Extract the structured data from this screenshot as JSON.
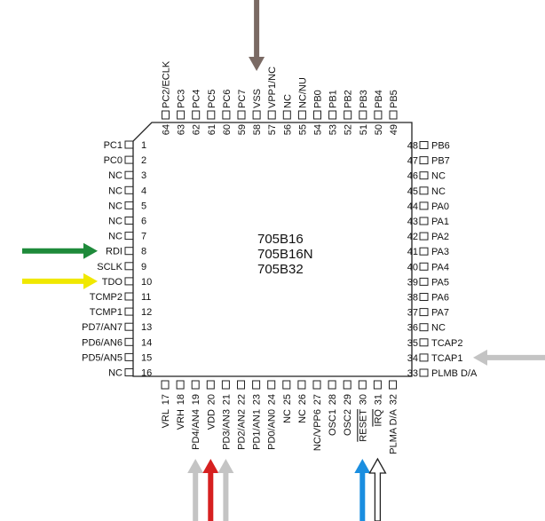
{
  "chip": {
    "labels": [
      "705B16",
      "705B16N",
      "705B32"
    ]
  },
  "pins": {
    "left": [
      {
        "num": "1",
        "name": "PC1"
      },
      {
        "num": "2",
        "name": "PC0"
      },
      {
        "num": "3",
        "name": "NC"
      },
      {
        "num": "4",
        "name": "NC"
      },
      {
        "num": "5",
        "name": "NC"
      },
      {
        "num": "6",
        "name": "NC"
      },
      {
        "num": "7",
        "name": "NC"
      },
      {
        "num": "8",
        "name": "RDI"
      },
      {
        "num": "9",
        "name": "SCLK"
      },
      {
        "num": "10",
        "name": "TDO"
      },
      {
        "num": "11",
        "name": "TCMP2"
      },
      {
        "num": "12",
        "name": "TCMP1"
      },
      {
        "num": "13",
        "name": "PD7/AN7"
      },
      {
        "num": "14",
        "name": "PD6/AN6"
      },
      {
        "num": "15",
        "name": "PD5/AN5"
      },
      {
        "num": "16",
        "name": "NC"
      }
    ],
    "bottom": [
      {
        "num": "17",
        "name": "VRL",
        "overline": false
      },
      {
        "num": "18",
        "name": "VRH",
        "overline": false
      },
      {
        "num": "19",
        "name": "PD4/AN4",
        "overline": false
      },
      {
        "num": "20",
        "name": "VDD",
        "overline": false
      },
      {
        "num": "21",
        "name": "PD3/AN3",
        "overline": false
      },
      {
        "num": "22",
        "name": "PD2/AN2",
        "overline": false
      },
      {
        "num": "23",
        "name": "PD1/AN1",
        "overline": false
      },
      {
        "num": "24",
        "name": "PD0/AN0",
        "overline": false
      },
      {
        "num": "25",
        "name": "NC",
        "overline": false
      },
      {
        "num": "26",
        "name": "NC",
        "overline": false
      },
      {
        "num": "27",
        "name": "NC/VPP6",
        "overline": false
      },
      {
        "num": "28",
        "name": "OSC1",
        "overline": false
      },
      {
        "num": "29",
        "name": "OSC2",
        "overline": false
      },
      {
        "num": "30",
        "name": "RESET",
        "overline": true
      },
      {
        "num": "31",
        "name": "IRQ",
        "overline": true
      },
      {
        "num": "32",
        "name": "PLMA D/A",
        "overline": false
      }
    ],
    "right": [
      {
        "num": "33",
        "name": "PLMB D/A"
      },
      {
        "num": "34",
        "name": "TCAP1"
      },
      {
        "num": "35",
        "name": "TCAP2"
      },
      {
        "num": "36",
        "name": "NC"
      },
      {
        "num": "37",
        "name": "PA7"
      },
      {
        "num": "38",
        "name": "PA6"
      },
      {
        "num": "39",
        "name": "PA5"
      },
      {
        "num": "40",
        "name": "PA4"
      },
      {
        "num": "41",
        "name": "PA3"
      },
      {
        "num": "42",
        "name": "PA2"
      },
      {
        "num": "43",
        "name": "PA1"
      },
      {
        "num": "44",
        "name": "PA0"
      },
      {
        "num": "45",
        "name": "NC"
      },
      {
        "num": "46",
        "name": "NC"
      },
      {
        "num": "47",
        "name": "PB7"
      },
      {
        "num": "48",
        "name": "PB6"
      }
    ],
    "top": [
      {
        "num": "49",
        "name": "PB5"
      },
      {
        "num": "50",
        "name": "PB4"
      },
      {
        "num": "51",
        "name": "PB3"
      },
      {
        "num": "52",
        "name": "PB2"
      },
      {
        "num": "53",
        "name": "PB1"
      },
      {
        "num": "54",
        "name": "PB0"
      },
      {
        "num": "55",
        "name": "NC/NU"
      },
      {
        "num": "56",
        "name": "NC"
      },
      {
        "num": "57",
        "name": "VPP1/NC"
      },
      {
        "num": "58",
        "name": "VSS"
      },
      {
        "num": "59",
        "name": "PC7"
      },
      {
        "num": "60",
        "name": "PC6"
      },
      {
        "num": "61",
        "name": "PC5"
      },
      {
        "num": "62",
        "name": "PC4"
      },
      {
        "num": "63",
        "name": "PC3"
      },
      {
        "num": "64",
        "name": "PC2/ECLK"
      }
    ]
  },
  "arrows": [
    {
      "id": "vss-arrow",
      "pin": "58",
      "direction": "down",
      "color": "#7a6a64"
    },
    {
      "id": "rdi-arrow",
      "pin": "8",
      "direction": "right",
      "color": "#1e8a3a"
    },
    {
      "id": "tdo-arrow",
      "pin": "10",
      "direction": "right",
      "color": "#f0e800"
    },
    {
      "id": "tcap1-arrow",
      "pin": "34",
      "direction": "left",
      "color": "#c4c4c4"
    },
    {
      "id": "pd4-arrow",
      "pin": "19",
      "direction": "up",
      "color": "#c4c4c4"
    },
    {
      "id": "vdd-arrow",
      "pin": "20",
      "direction": "up",
      "color": "#d62020"
    },
    {
      "id": "pd3-arrow",
      "pin": "21",
      "direction": "up",
      "color": "#c4c4c4"
    },
    {
      "id": "reset-arrow",
      "pin": "30",
      "direction": "up",
      "color": "#1a8ee0"
    },
    {
      "id": "irq-arrow",
      "pin": "31",
      "direction": "up",
      "color": "#ffffff",
      "stroke": "#222222"
    }
  ]
}
